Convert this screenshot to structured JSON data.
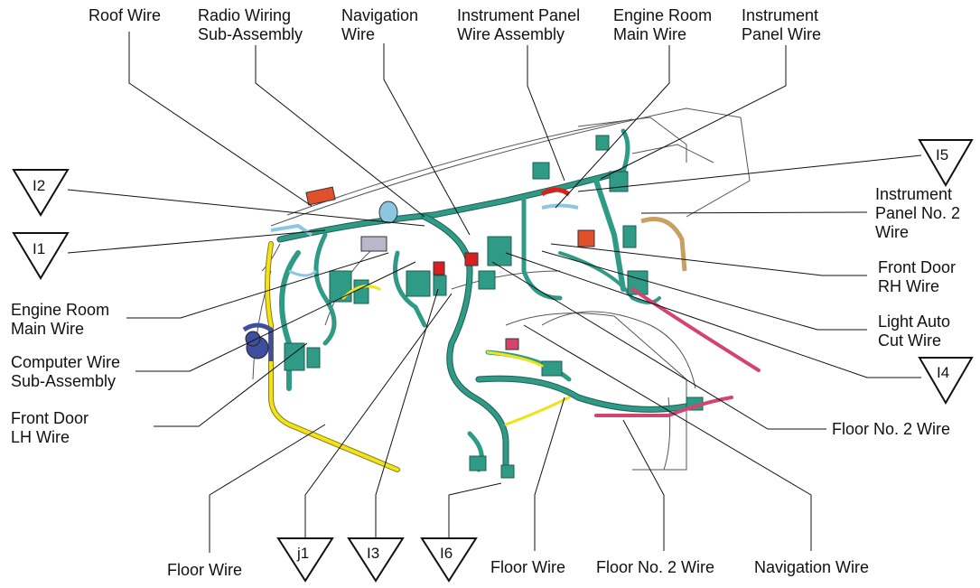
{
  "labels": {
    "roof_wire": [
      "Roof Wire"
    ],
    "radio_wiring": [
      "Radio Wiring",
      "Sub-Assembly"
    ],
    "navigation_top": [
      "Navigation",
      "Wire"
    ],
    "instrument_panel_wire_assembly": [
      "Instrument Panel",
      "Wire Assembly"
    ],
    "engine_room_main_top": [
      "Engine Room",
      "Main Wire"
    ],
    "instrument_panel_wire": [
      "Instrument",
      "Panel Wire"
    ],
    "instrument_panel_no2": [
      "Instrument",
      "Panel No. 2",
      "Wire"
    ],
    "front_door_rh": [
      "Front Door",
      "RH Wire"
    ],
    "light_auto_cut": [
      "Light Auto",
      "Cut Wire"
    ],
    "floor_no2_right": [
      "Floor No. 2 Wire"
    ],
    "engine_room_main_left": [
      "Engine Room",
      "Main Wire"
    ],
    "computer_wire": [
      "Computer Wire",
      "Sub-Assembly"
    ],
    "front_door_lh": [
      "Front Door",
      "LH Wire"
    ],
    "floor_wire_left": [
      "Floor Wire"
    ],
    "floor_wire_bottom": [
      "Floor Wire"
    ],
    "floor_no2_bottom": [
      "Floor No. 2 Wire"
    ],
    "navigation_bottom": [
      "Navigation Wire"
    ]
  },
  "connectors": {
    "i2": "I2",
    "i1": "I1",
    "i5": "I5",
    "i4": "I4",
    "j1": "j1",
    "i3": "I3",
    "i6": "I6"
  },
  "colors": {
    "harness_main": "#2f9a86",
    "harness_dark": "#1e5f52",
    "harness_yellow": "#f2e21b",
    "harness_blue": "#8cc6e0",
    "harness_navy": "#3d4f9e",
    "harness_red": "#d92020",
    "harness_pink": "#d4446e",
    "harness_orange": "#e0502a",
    "harness_tan": "#c8a060",
    "outline": "#333333"
  }
}
